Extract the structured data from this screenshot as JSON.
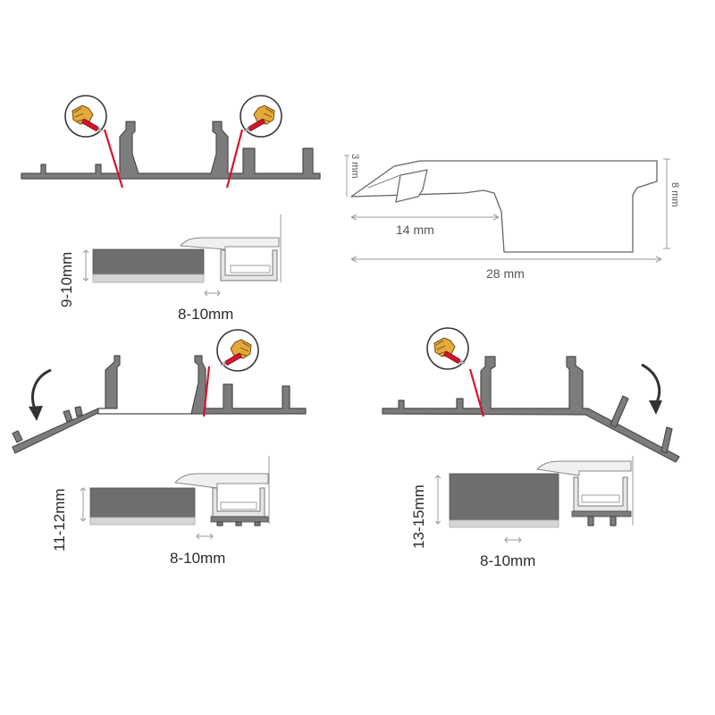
{
  "colors": {
    "profile_fill": "#7c7c7c",
    "profile_stroke": "#4a4a4a",
    "cut_line": "#d4152b",
    "board_dark": "#6e6e6e",
    "dimension_line": "#9a9a9a"
  },
  "icons": {
    "cutter_hand": "hand-with-utility-knife-icon",
    "rotate_arrow": "curved-arrow-icon",
    "double_arrow": "double-headed-arrow-icon"
  },
  "dimensions": {
    "height_small": "3 mm",
    "height_large": "8 mm",
    "width_inner": "14 mm",
    "width_total": "28 mm"
  },
  "configs": [
    {
      "thickness": "9-10mm",
      "gap": "8-10mm"
    },
    {
      "thickness": "11-12mm",
      "gap": "8-10mm"
    },
    {
      "thickness": "13-15mm",
      "gap": "8-10mm"
    }
  ]
}
